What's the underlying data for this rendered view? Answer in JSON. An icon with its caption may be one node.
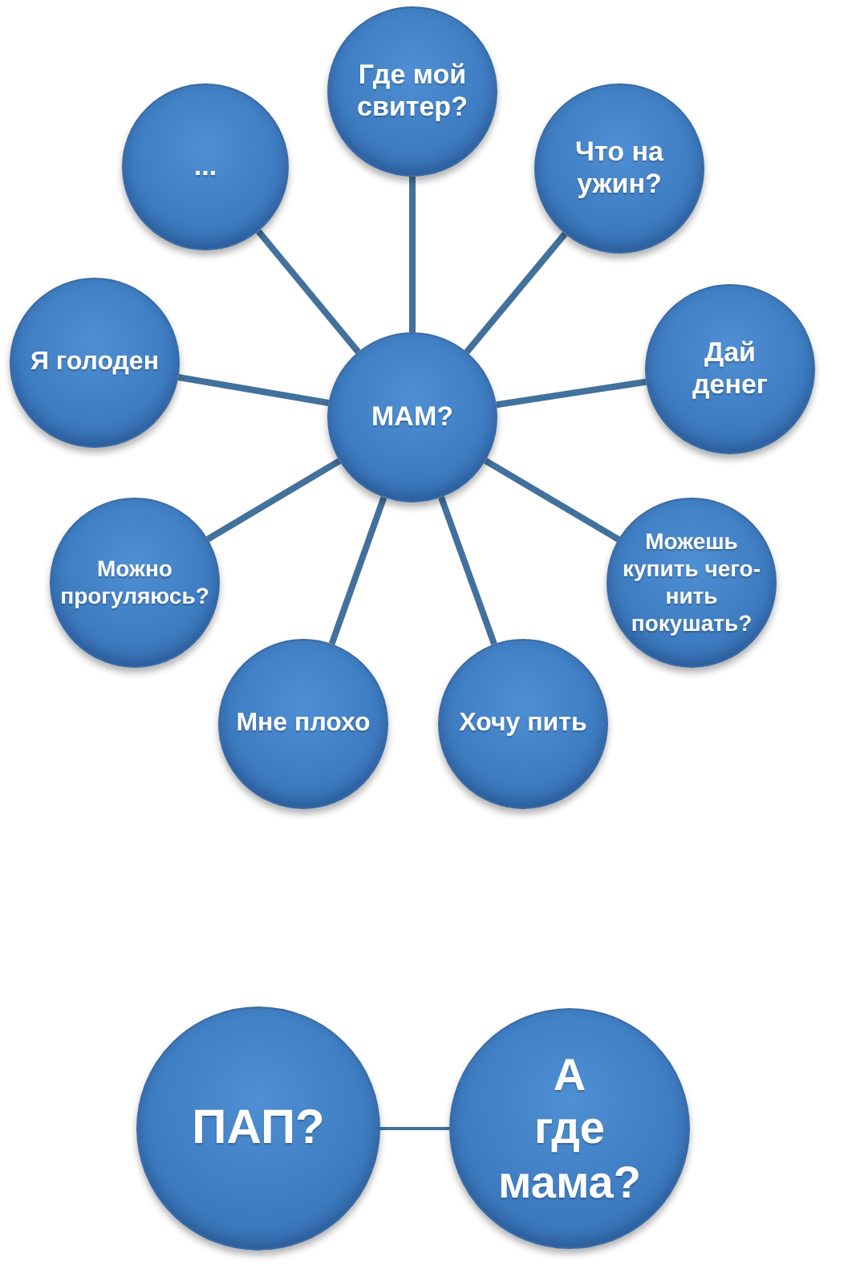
{
  "diagram": {
    "nodes": [
      {
        "text": [
          "Где мой свитер?"
        ]
      },
      {
        "text": [
          "..."
        ]
      },
      {
        "text": [
          "Что на ужин?"
        ]
      },
      {
        "text": [
          "Я голоден"
        ]
      },
      {
        "text": [
          "МАМ?"
        ]
      },
      {
        "text": [
          "Дай денег"
        ]
      },
      {
        "text": [
          "Можно прогуляюсь?"
        ]
      },
      {
        "text": [
          "Можешь купить чего-нить покушать?"
        ]
      },
      {
        "text": [
          "Мне плохо"
        ]
      },
      {
        "text": [
          "Хочу пить"
        ]
      },
      {
        "text": [
          "ПАП?"
        ]
      },
      {
        "text": [
          "А где мама?"
        ]
      }
    ],
    "edges": [
      {
        "from": 4,
        "to": 0,
        "arrow": "none"
      },
      {
        "from": 4,
        "to": 1,
        "arrow": "none"
      },
      {
        "from": 4,
        "to": 2,
        "arrow": "none"
      },
      {
        "from": 4,
        "to": 3,
        "arrow": "none"
      },
      {
        "from": 4,
        "to": 5,
        "arrow": "none"
      },
      {
        "from": 4,
        "to": 6,
        "arrow": "none"
      },
      {
        "from": 4,
        "to": 7,
        "arrow": "none"
      },
      {
        "from": 4,
        "to": 8,
        "arrow": "none"
      },
      {
        "from": 4,
        "to": 9,
        "arrow": "none"
      },
      {
        "from": 10,
        "to": 11,
        "arrow": "none"
      }
    ]
  }
}
